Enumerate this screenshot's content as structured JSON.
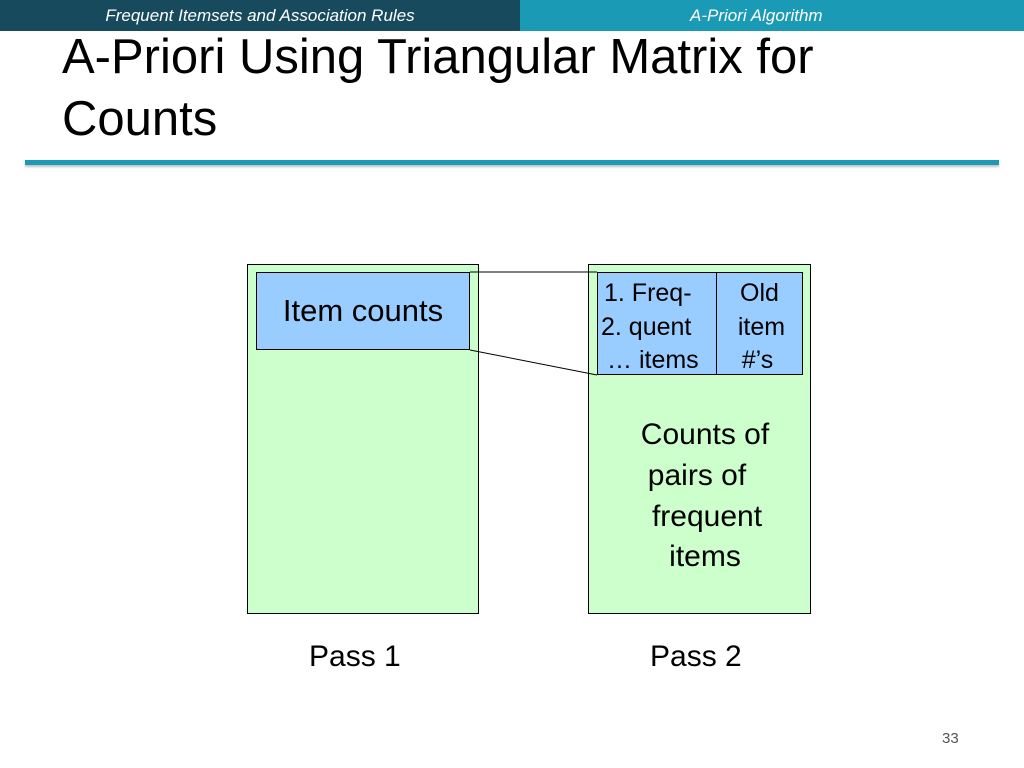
{
  "header": {
    "section": "Frequent Itemsets and Association Rules",
    "topic": "A-Priori Algorithm"
  },
  "slide": {
    "title": "A-Priori Using Triangular Matrix for Counts",
    "page_number": "33"
  },
  "diagram": {
    "pass1": {
      "item_counts_label": "Item counts",
      "caption": "Pass 1"
    },
    "pass2": {
      "freq_items_lines": [
        "1. Freq-",
        "2. quent",
        "… items"
      ],
      "old_item_lines": [
        "Old",
        "item",
        "#’s"
      ],
      "pair_counts_lines": [
        "Counts of",
        "pairs of",
        "frequent",
        "items"
      ],
      "caption": "Pass 2"
    }
  }
}
